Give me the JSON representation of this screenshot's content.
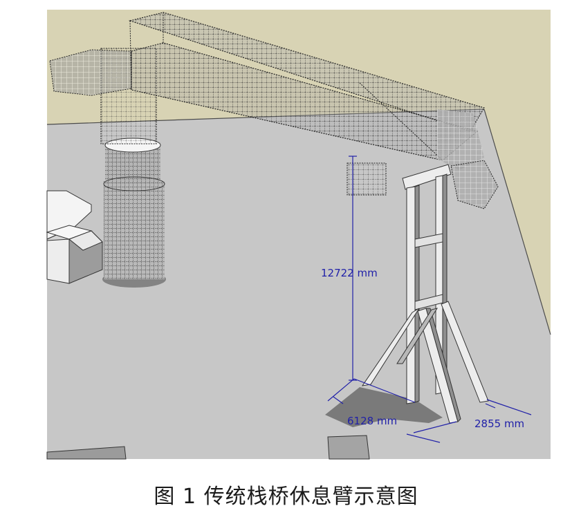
{
  "figure": {
    "caption": "图 1  传统栈桥休息臂示意图",
    "dimensions": {
      "height": "12722 mm",
      "width": "6128 mm",
      "depth": "2855 mm"
    }
  },
  "colors": {
    "background_wall": "#d8d3b4",
    "floor": "#c7c7c7",
    "floor_edge": "#4a4a4a",
    "dimension": "#1f1fa8",
    "wireframe": "#2a2a2a",
    "frame_face_light": "#ededed",
    "frame_face_dark": "#8f8f8f",
    "shadow": "#3a3a3a"
  }
}
